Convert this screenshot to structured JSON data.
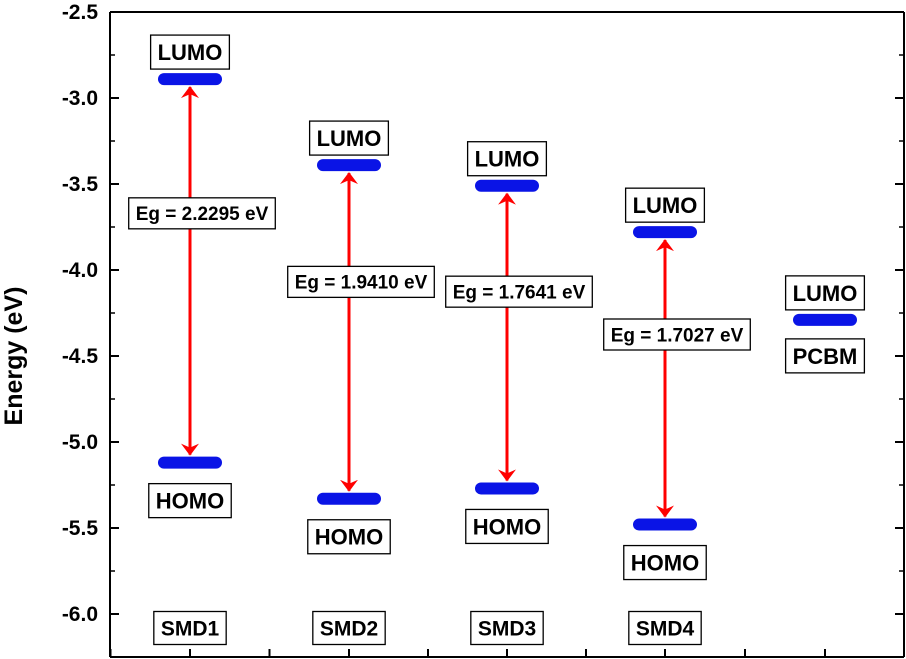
{
  "chart_data": {
    "type": "energy-level",
    "ylabel": "Energy (eV)",
    "ylim": [
      -6.25,
      -2.5
    ],
    "yticks": [
      "-2.5",
      "-3.0",
      "-3.5",
      "-4.0",
      "-4.5",
      "-5.0",
      "-5.5",
      "-6.0"
    ],
    "ytick_values": [
      -2.5,
      -3.0,
      -3.5,
      -4.0,
      -4.5,
      -5.0,
      -5.5,
      -6.0
    ],
    "grid": false,
    "level_color": "#0a14e6",
    "arrow_color": "#ff0000",
    "molecules": [
      {
        "name": "SMD1",
        "lumo": -2.89,
        "homo": -5.12,
        "gap_label": "Eg = 2.2295 eV",
        "lumo_label": "LUMO",
        "homo_label": "HOMO"
      },
      {
        "name": "SMD2",
        "lumo": -3.39,
        "homo": -5.33,
        "gap_label": "Eg = 1.9410 eV",
        "lumo_label": "LUMO",
        "homo_label": "HOMO"
      },
      {
        "name": "SMD3",
        "lumo": -3.51,
        "homo": -5.27,
        "gap_label": "Eg = 1.7641 eV",
        "lumo_label": "LUMO",
        "homo_label": "HOMO"
      },
      {
        "name": "SMD4",
        "lumo": -3.78,
        "homo": -5.48,
        "gap_label": "Eg = 1.7027 eV",
        "lumo_label": "LUMO",
        "homo_label": "HOMO"
      },
      {
        "name": "PCBM",
        "lumo": -4.29,
        "lumo_label": "LUMO"
      }
    ]
  }
}
